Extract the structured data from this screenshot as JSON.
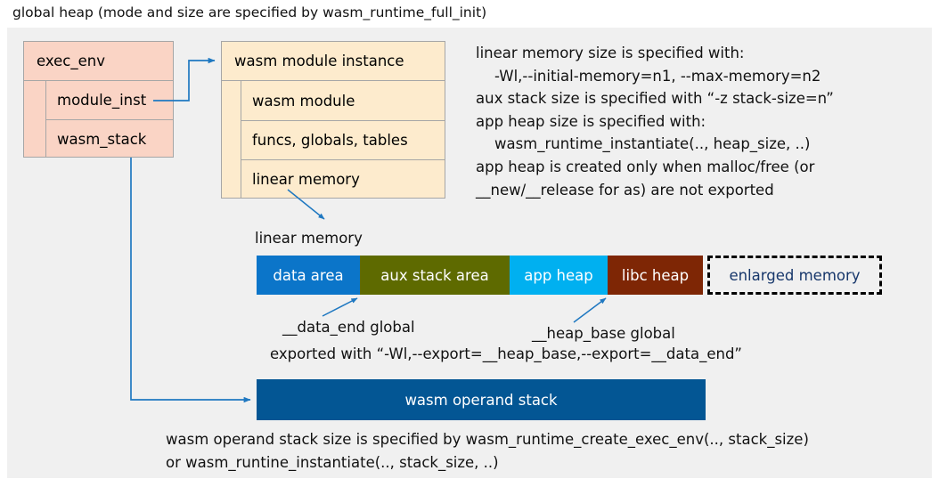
{
  "title": "global heap (mode and size are specified by wasm_runtime_full_init)",
  "exec_env": {
    "header": "exec_env",
    "rows": [
      "module_inst",
      "wasm_stack"
    ],
    "color": "#fad4c5"
  },
  "module_instance": {
    "header": "wasm module instance",
    "rows": [
      "wasm module",
      "funcs, globals, tables",
      "linear memory"
    ],
    "color": "#fdebcd"
  },
  "notes": {
    "right": "linear memory size is specified with:\n    -Wl,--initial-memory=n1, --max-memory=n2\naux stack size is specified with “-z stack-size=n”\napp heap size is specified with:\n    wasm_runtime_instantiate(.., heap_size, ..)\napp heap is created only when malloc/free (or\n__new/__release for as) are not exported",
    "bottom": "wasm operand stack size is specified by wasm_runtime_create_exec_env(.., stack_size)\nor wasm_runtine_instantiate(.., stack_size, ..)"
  },
  "linear_memory": {
    "caption": "linear memory",
    "segments": [
      {
        "label": "data area",
        "width": 116,
        "color": "#0b75c9",
        "text_color": "#ffffff",
        "dashed": false
      },
      {
        "label": "aux stack area",
        "width": 168,
        "color": "#5e6a00",
        "text_color": "#ffffff",
        "dashed": false
      },
      {
        "label": "app heap",
        "width": 110,
        "color": "#00b0f0",
        "text_color": "#ffffff",
        "dashed": false
      },
      {
        "label": "libc heap",
        "width": 107,
        "color": "#7e2605",
        "text_color": "#ffffff",
        "dashed": false
      },
      {
        "label": "enlarged memory",
        "width": 196,
        "color": "#f0f0f0",
        "text_color": "#17376b",
        "dashed": true
      }
    ]
  },
  "annotations": {
    "data_end": "__data_end global",
    "heap_base": "__heap_base global",
    "export": "exported with “-Wl,--export=__heap_base,--export=__data_end”"
  },
  "operand_stack": {
    "label": "wasm operand stack",
    "color": "#035694"
  },
  "connector_color": "#1f78c1"
}
